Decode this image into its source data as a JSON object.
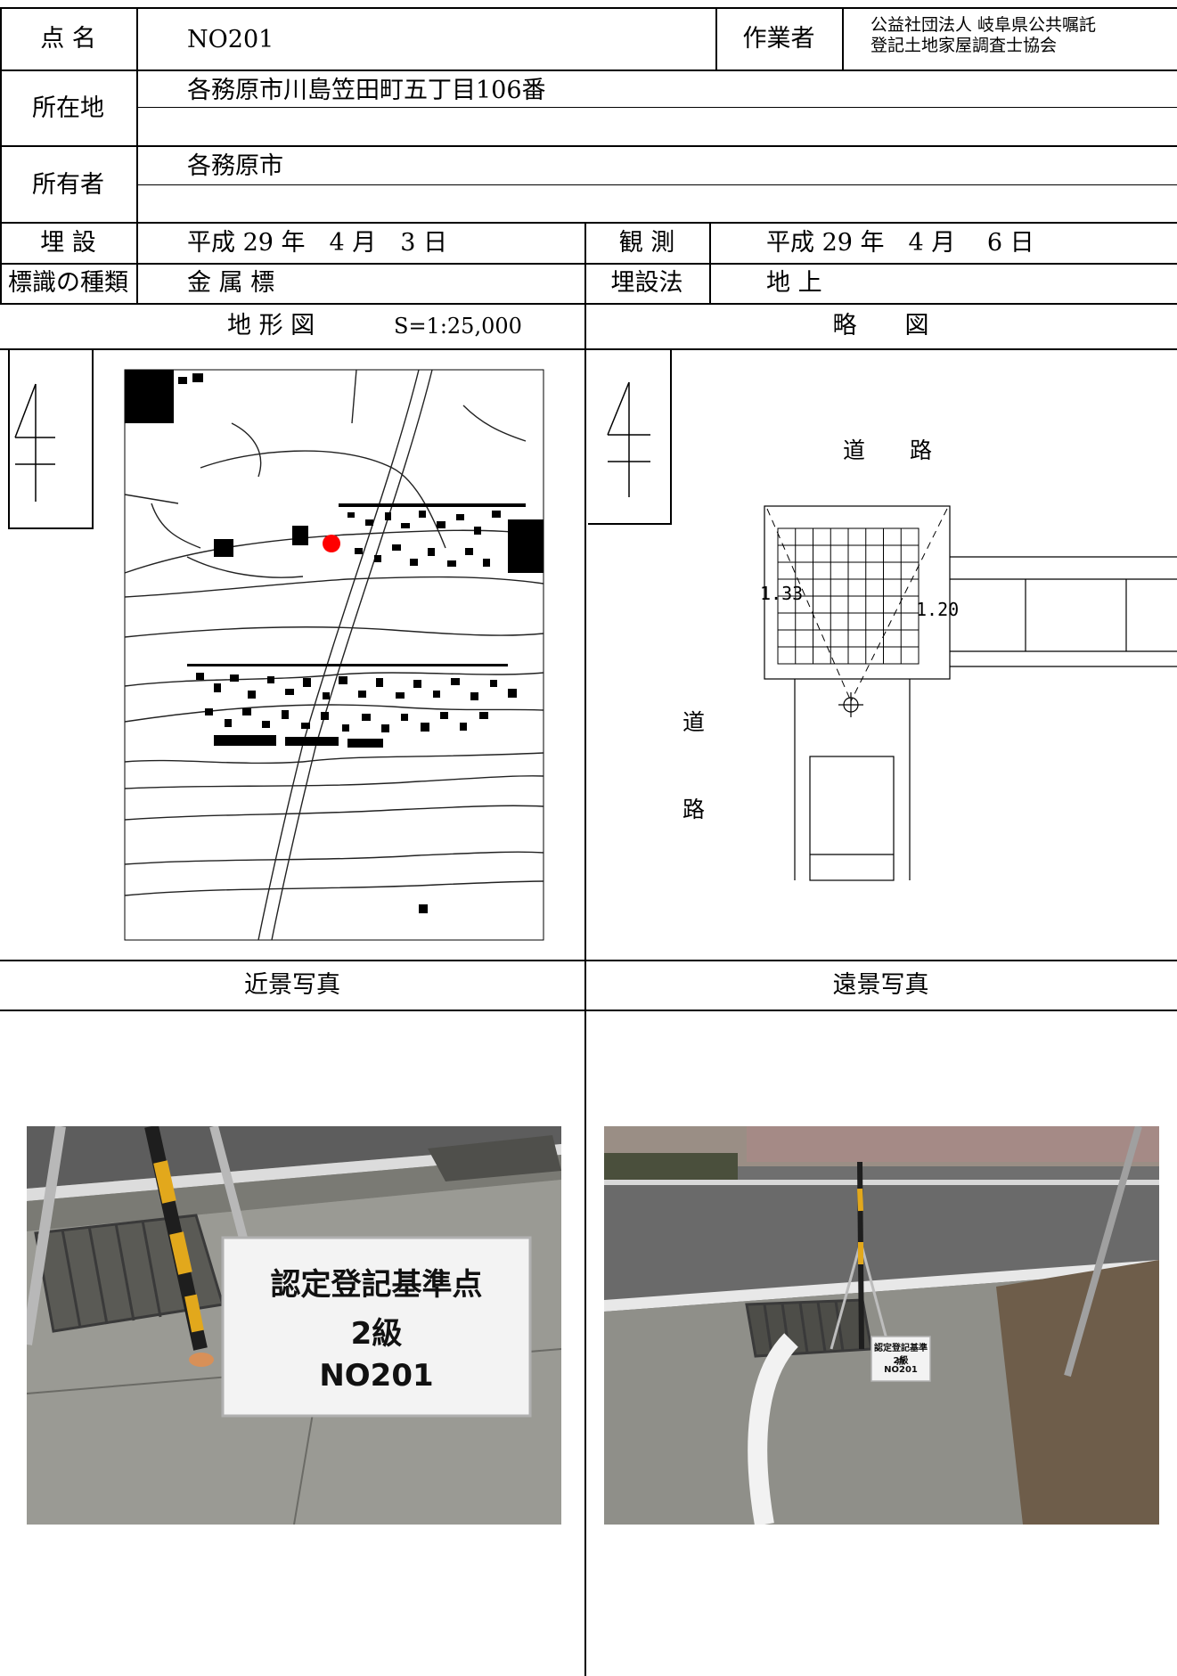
{
  "labels": {
    "point_name": "点 名",
    "worker": "作業者",
    "location": "所在地",
    "owner": "所有者",
    "buried": "埋 設",
    "observed": "観 測",
    "marker_type": "標識の種類",
    "burial_method": "埋設法",
    "topo_map": "地 形 図",
    "sketch": "略　　図",
    "near_photo": "近景写真",
    "far_photo": "遠景写真"
  },
  "values": {
    "point_name": "NO201",
    "worker_line1": "公益社団法人 岐阜県公共嘱託",
    "worker_line2": "登記土地家屋調査士協会",
    "location": "各務原市川島笠田町五丁目106番",
    "owner": "各務原市",
    "buried_date": "平成 29 年　4 月　3 日",
    "observed_date": "平成 29 年　4 月　 6 日",
    "marker_type": "金 属 標",
    "burial_method": "地 上",
    "map_scale": "S=1:25,000"
  },
  "sketch": {
    "road_top": "道　　路",
    "road_left_1": "道",
    "road_left_2": "路",
    "dist_left": "1.33",
    "dist_right": "1.20"
  },
  "photos": {
    "sign_line1": "認定登記基準点",
    "sign_line2": "2級",
    "sign_line3": "NO201"
  },
  "colors": {
    "point_marker": "#ff0000",
    "asphalt": "#6f6f6f",
    "concrete": "#9a9a94"
  }
}
